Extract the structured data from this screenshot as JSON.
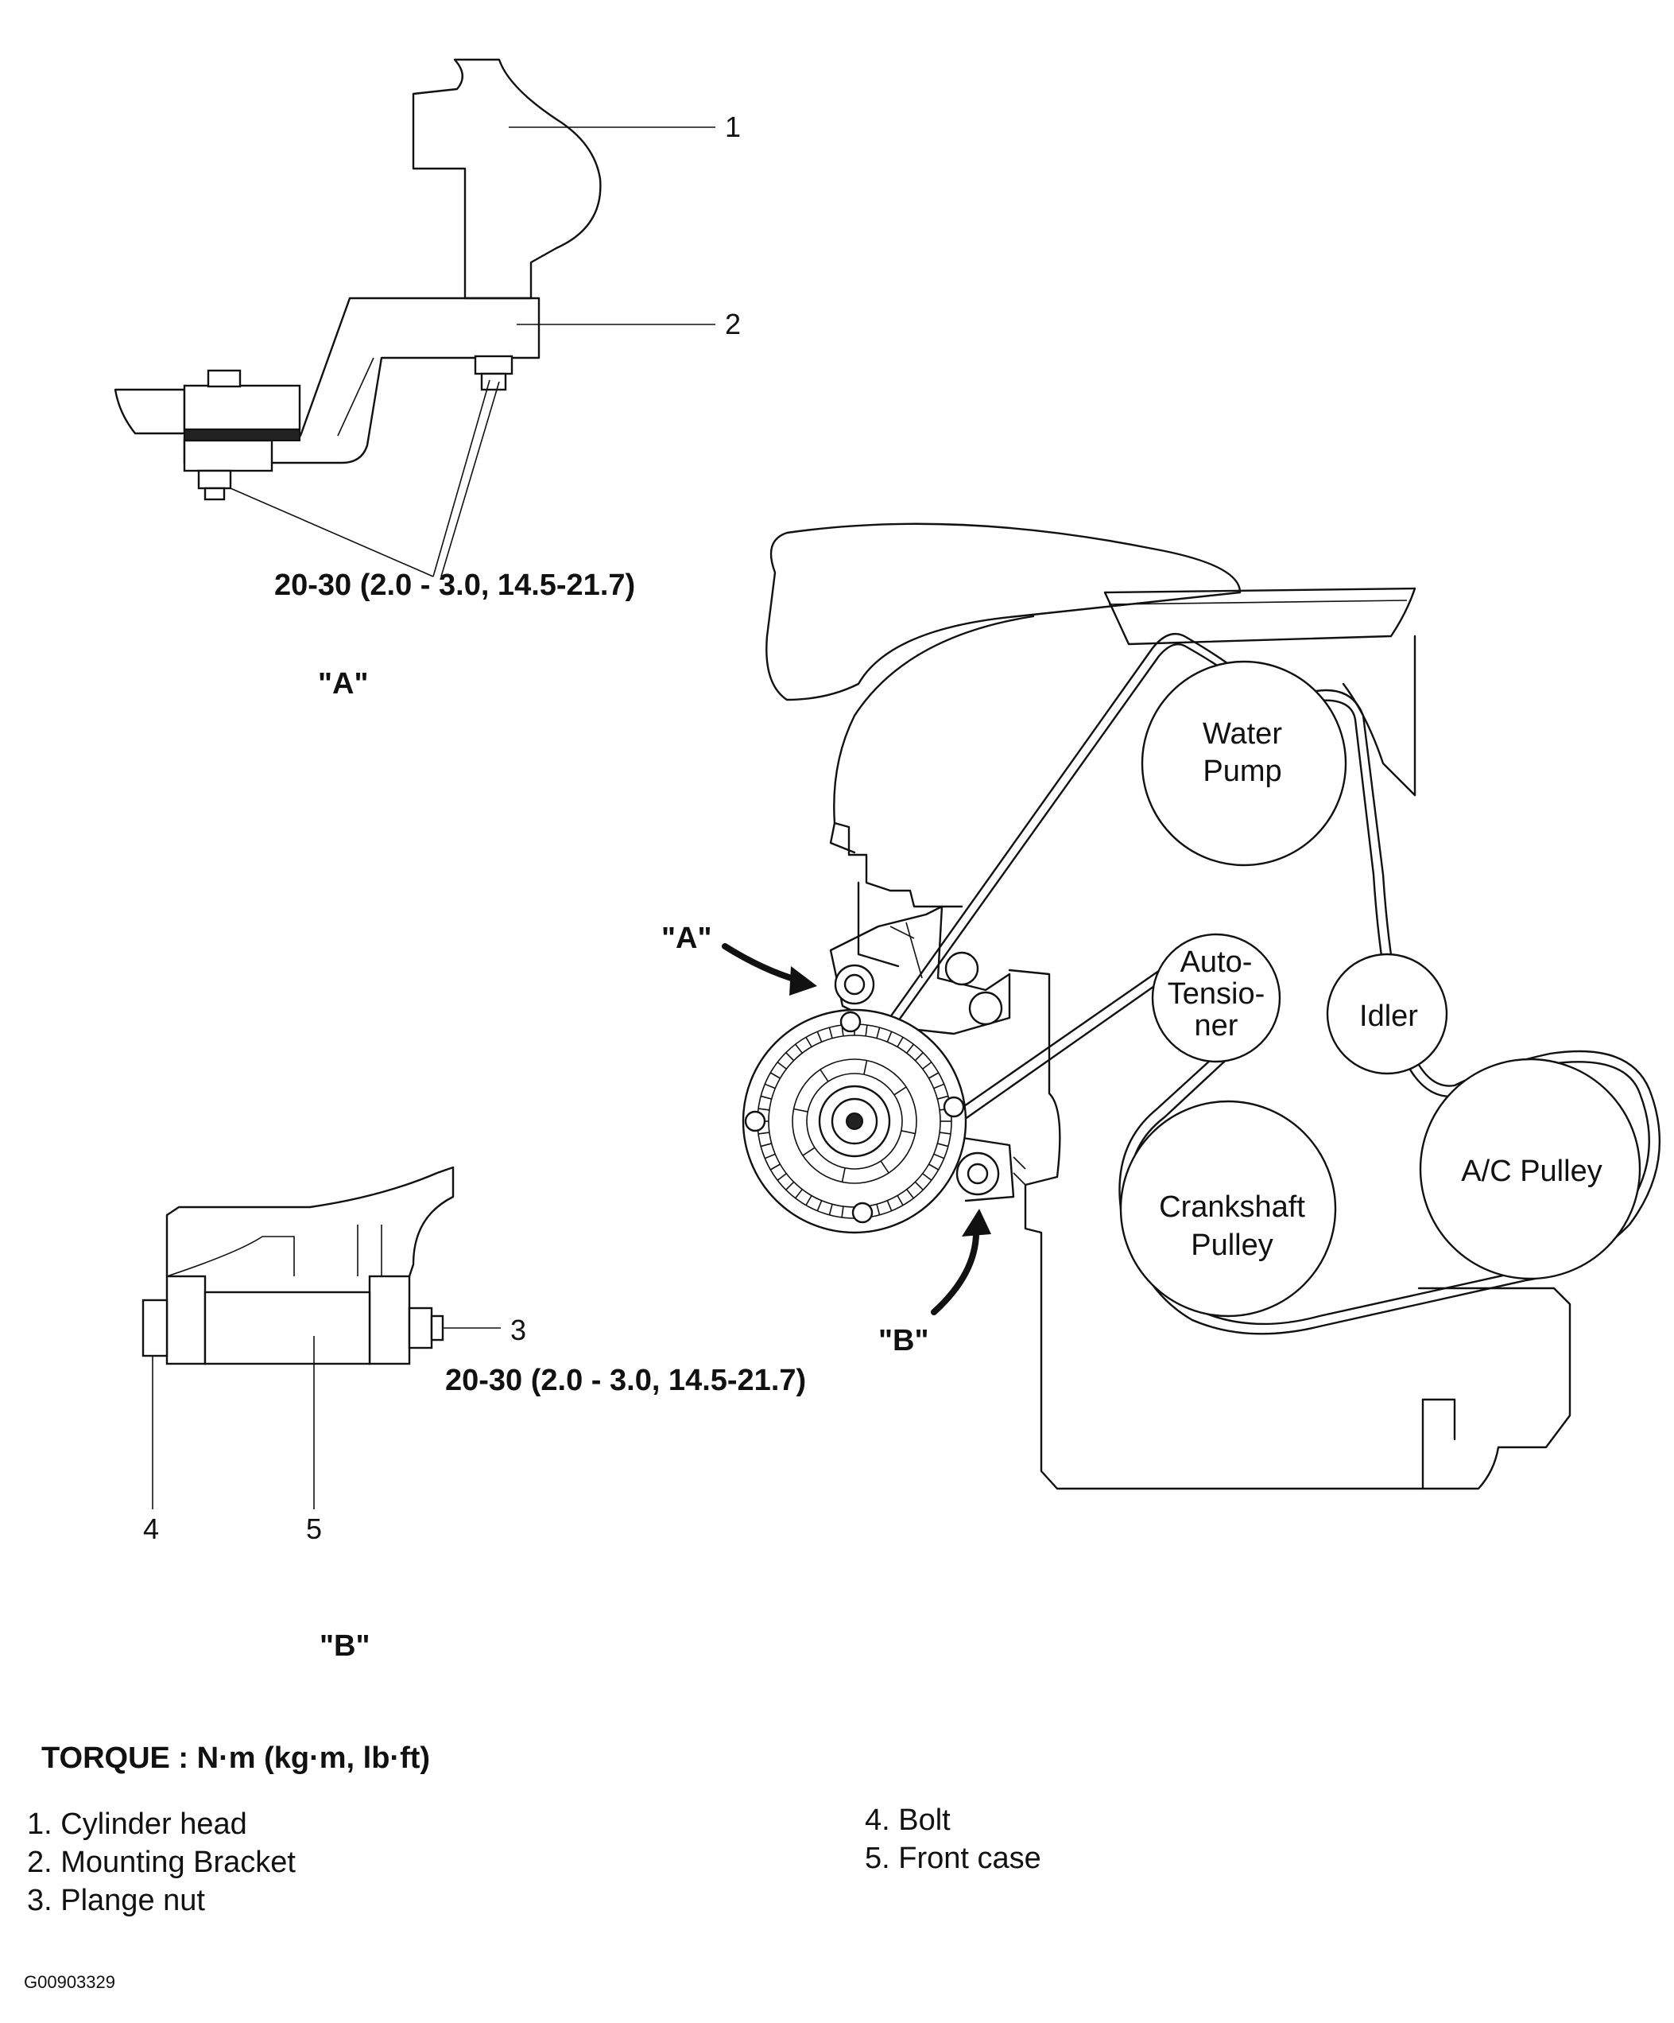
{
  "detail_a": {
    "callouts": [
      "1",
      "2"
    ],
    "torque": "20-30 (2.0 - 3.0, 14.5-21.7)",
    "view_label": "\"A\""
  },
  "detail_b": {
    "callouts": [
      "3",
      "4",
      "5"
    ],
    "torque": "20-30 (2.0 - 3.0, 14.5-21.7)",
    "view_label": "\"B\""
  },
  "belt_layout": {
    "pulleys": {
      "water_pump": [
        "Water",
        "Pump"
      ],
      "auto_tensioner": [
        "Auto-",
        "Tensio-",
        "ner"
      ],
      "idler": "Idler",
      "crankshaft": [
        "Crankshaft",
        "Pulley"
      ],
      "ac": "A/C Pulley"
    },
    "pointer_a": "\"A\"",
    "pointer_b": "\"B\""
  },
  "legend": {
    "title": "TORQUE : N·m (kg·m, lb·ft)",
    "left_items": [
      "1. Cylinder head",
      "2. Mounting Bracket",
      "3. Plange nut"
    ],
    "right_items": [
      "4. Bolt",
      "5. Front case"
    ]
  },
  "figure_code": "G00903329"
}
